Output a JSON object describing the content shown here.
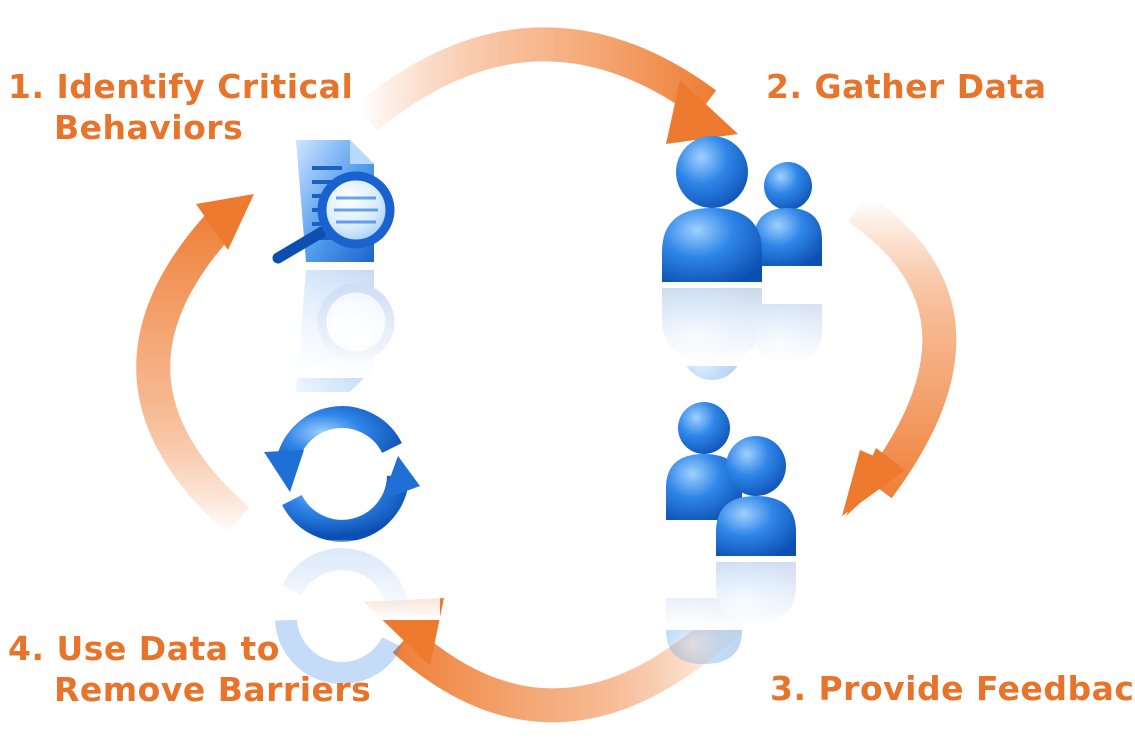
{
  "diagram": {
    "steps": [
      {
        "number": "1.",
        "line1": "Identify Critical",
        "line2": "Behaviors",
        "icon": "document-magnifier-icon"
      },
      {
        "number": "2.",
        "line1": "Gather Data",
        "line2": "",
        "icon": "people-icon"
      },
      {
        "number": "3.",
        "line1": "Provide Feedback",
        "line2": "",
        "icon": "people-icon"
      },
      {
        "number": "4.",
        "line1": "Use Data to",
        "line2": "Remove Barriers",
        "icon": "refresh-cycle-icon"
      }
    ],
    "colors": {
      "arrow": "#ee7a2f",
      "label": "#e8732a",
      "icon": "#1f6fd6",
      "icon_light": "#7fb6f5"
    }
  }
}
